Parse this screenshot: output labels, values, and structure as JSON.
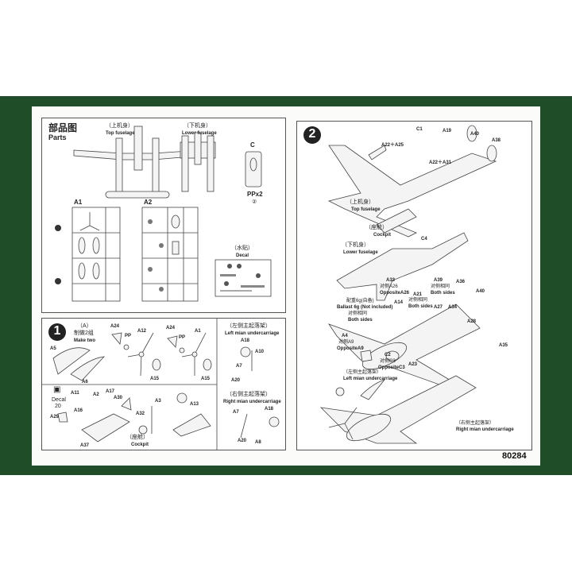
{
  "product_code": "80284",
  "parts_panel": {
    "title_cn": "部品图",
    "title_en": "Parts",
    "top_fuselage_cn": "（上机身）",
    "top_fuselage_en": "Top fuselage",
    "lower_fuselage_cn": "（下机身）",
    "lower_fuselage_en": "Lower fuselage",
    "sprue_c": "C",
    "pp": "PPx2",
    "pp_num": "②",
    "sprue_a1": "A1",
    "sprue_a2": "A2",
    "decal_cn": "（水贴）",
    "decal_en": "Decal"
  },
  "step1": {
    "badge": "1",
    "note_cn": "（A）",
    "make_cn": "制做2组",
    "make_en": "Make two",
    "labels": [
      "A5",
      "A6",
      "A24",
      "PP",
      "A12",
      "A15",
      "A24",
      "PP",
      "A1",
      "A15"
    ],
    "cockpit_labels": [
      "A11",
      "A2",
      "A17",
      "A30",
      "A16",
      "A29",
      "A37",
      "A32",
      "A3",
      "A13"
    ],
    "decal_label": "Decal",
    "decal_num": "20",
    "cockpit_cn": "（座舱）",
    "cockpit_en": "Cockpit",
    "left_uc_cn": "（左侧主起落架）",
    "left_uc_en": "Left mian undercarriage",
    "left_uc_labels": [
      "A18",
      "A10",
      "A7",
      "A20"
    ],
    "right_uc_cn": "（右侧主起落架）",
    "right_uc_en": "Right mian undercarriage",
    "right_uc_labels": [
      "A7",
      "A18",
      "A20",
      "A8"
    ]
  },
  "step2": {
    "badge": "2",
    "labels": {
      "c1": "C1",
      "a19": "A19",
      "a40": "A40",
      "a38": "A38",
      "a22a25": "A22＋A25",
      "a22a31": "A22＋A31",
      "top_cn": "（上机身）",
      "top_en": "Top fuselage",
      "cockpit_cn": "（座舱）",
      "cockpit_en": "Cockpit",
      "c4": "C4",
      "lower_cn": "（下机身）",
      "lower_en": "Lower fuselage",
      "a33": "A33",
      "a33_cn": "对侧A26",
      "a33_en": "OppositeA26",
      "a39": "A39",
      "a39_cn": "对侧相同",
      "a39_en": "Both sides",
      "a36": "A36",
      "ballast_cn": "配重6g(自备)",
      "ballast_en": "Ballast 6g (Not included)",
      "both_cn": "对侧相同",
      "both_en": "Both sides",
      "a21": "A21",
      "a21_cn": "对侧相同",
      "a21_en": "Both sides",
      "a14": "A14",
      "a27": "A27",
      "a34": "A34",
      "a40b": "A40",
      "a28": "A28",
      "a4": "A4",
      "a4_cn": "对侧A9",
      "a4_en": "OppositeA9",
      "a35": "A35",
      "c2": "C2",
      "c2_cn": "对侧C3",
      "c2_en": "OppositeC3",
      "a23": "A23",
      "left_uc_cn": "（左侧主起落架）",
      "left_uc_en": "Left mian undercarriage",
      "right_uc_cn": "（右侧主起落架）",
      "right_uc_en": "Right mian undercarriage"
    }
  }
}
